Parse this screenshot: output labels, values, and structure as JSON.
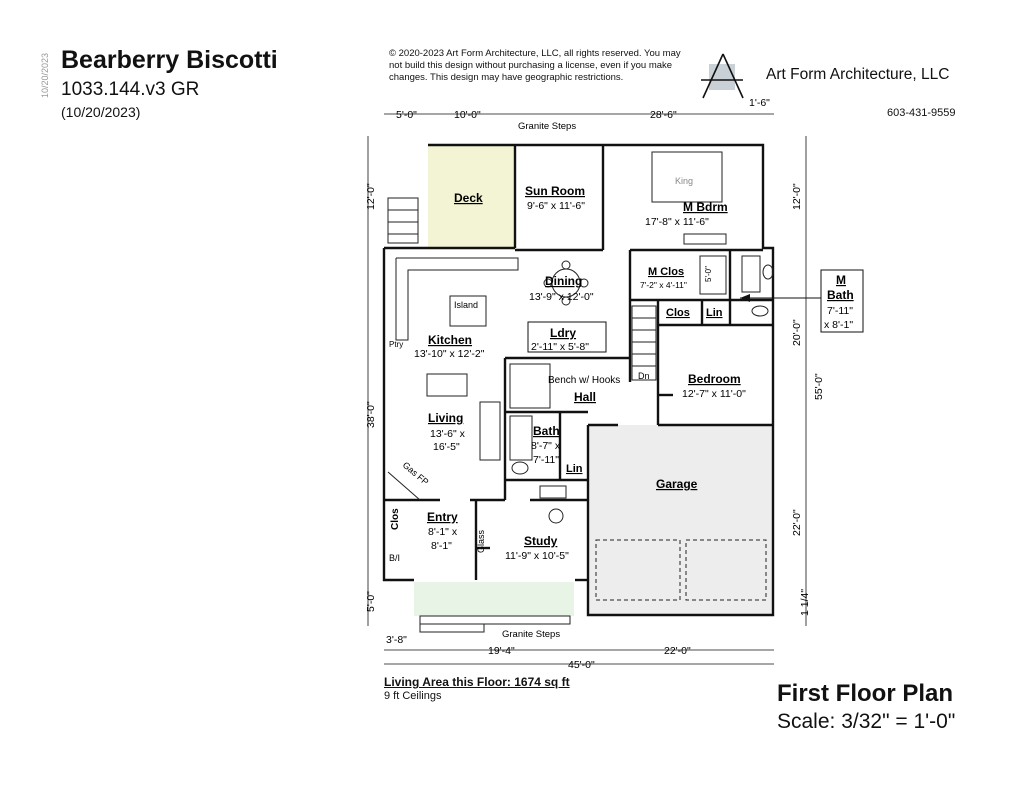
{
  "header": {
    "title": "Bearberry Biscotti",
    "plan_code": "1033.144.v3 GR",
    "date": "(10/20/2023)",
    "side_date": "10/20/2023"
  },
  "copyright": "© 2020-2023 Art Form Architecture, LLC, all rights reserved. You may not build this design without purchasing a license, even if you make changes. This design may have geographic restrictions.",
  "company": {
    "name": "Art Form Architecture, LLC",
    "phone": "603-431-9559",
    "logo": "af-logo-icon"
  },
  "footer": {
    "living_area": "Living Area this Floor: 1674 sq ft",
    "ceilings": "9 ft Ceilings",
    "plan_title": "First Floor Plan",
    "scale": "Scale: 3/32\" = 1'-0\""
  },
  "dimensions": {
    "top_5": "5'-0\"",
    "top_10": "10'-0\"",
    "top_28_6": "28'-6\"",
    "top_1_6": "1'-6\"",
    "left_12": "12'-0\"",
    "left_38": "38'-0\"",
    "left_5": "5'-0\"",
    "right_12": "12'-0\"",
    "right_20": "20'-0\"",
    "right_22": "22'-0\"",
    "right_1_1_4": "1 1/4\"",
    "right_55": "55'-0\"",
    "bottom_3_8": "3'-8\"",
    "bottom_19_4": "19'-4\"",
    "bottom_22": "22'-0\"",
    "bottom_45": "45'-0\""
  },
  "rooms": {
    "deck": "Deck",
    "sun_room": "Sun Room",
    "sun_room_dim": "9'-6\" x 11'-6\"",
    "m_bdrm": "M Bdrm",
    "m_bdrm_dim": "17'-8\" x 11'-6\"",
    "king": "King",
    "dining": "Dining",
    "dining_dim": "13'-9\" x 12'-0\"",
    "m_clos": "M Clos",
    "m_clos_dim": "7'-2\" x 4'-11\"",
    "shower_dim": "5'-0\"",
    "m_bath": "M",
    "m_bath_2": "Bath",
    "m_bath_dim1": "7'-11\"",
    "m_bath_dim2": "x 8'-1\"",
    "clos": "Clos",
    "lin": "Lin",
    "island": "Island",
    "kitchen": "Kitchen",
    "kitchen_dim": "13'-10\" x 12'-2\"",
    "ptry": "Ptry",
    "ldry": "Ldry",
    "ldry_dim": "2'-11\" x 5'-8\"",
    "bench": "Bench w/ Hooks",
    "dn": "Dn",
    "bedroom": "Bedroom",
    "bedroom_dim": "12'-7\" x 11'-0\"",
    "hall": "Hall",
    "living": "Living",
    "living_dim1": "13'-6\" x",
    "living_dim2": "16'-5\"",
    "bath": "Bath",
    "bath_dim1": "8'-7\" x",
    "bath_dim2": "7'-11\"",
    "lin2": "Lin",
    "garage": "Garage",
    "gas_fp": "Gas FP",
    "entry": "Entry",
    "entry_dim1": "8'-1\" x",
    "entry_dim2": "8'-1\"",
    "clos2": "Clos",
    "bi": "B/I",
    "glass": "Glass",
    "study": "Study",
    "study_dim": "11'-9\" x 10'-5\"",
    "granite_top": "Granite Steps",
    "granite_bottom": "Granite Steps"
  }
}
